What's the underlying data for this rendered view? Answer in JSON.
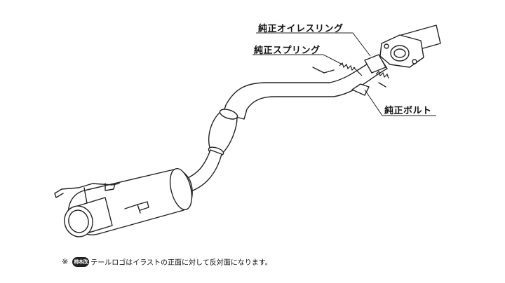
{
  "labels": {
    "oil_ring": "純正オイレスリング",
    "spring": "純正スプリング",
    "bolt": "純正ボルト"
  },
  "footnote": {
    "mark": "※",
    "logo_text": "柿本改",
    "text": "テールロゴはイラストの正面に対して反対面になります。"
  }
}
